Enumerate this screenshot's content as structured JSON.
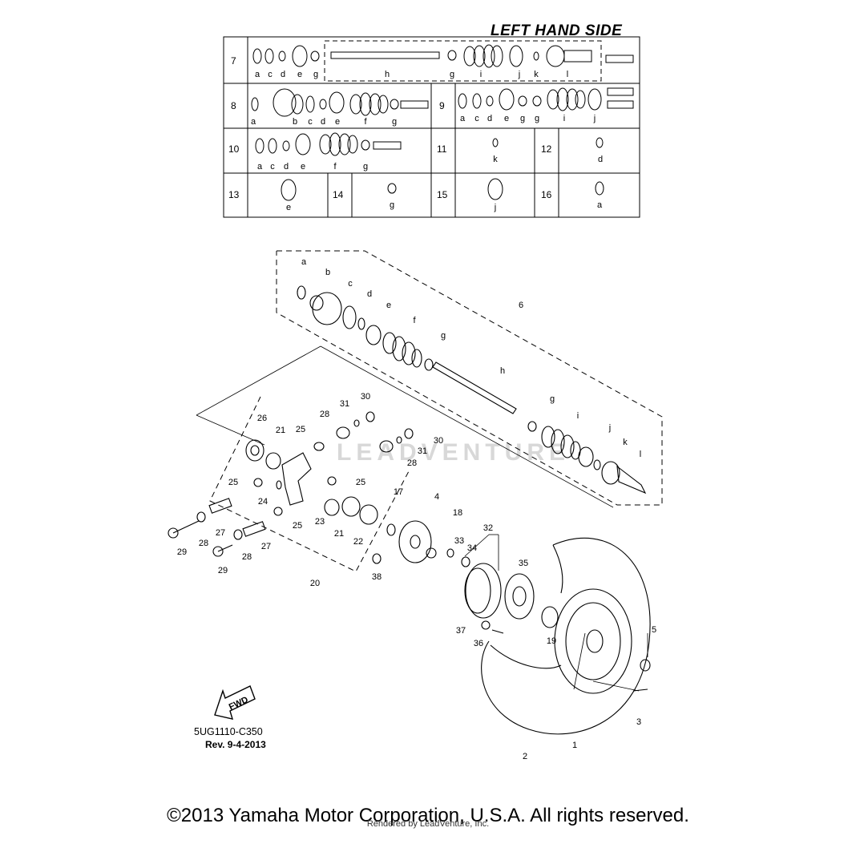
{
  "header": {
    "title": "LEFT HAND SIDE"
  },
  "table": {
    "rows": [
      {
        "cells": [
          {
            "num": "7",
            "letters": [
              "a",
              "c",
              "d",
              "e",
              "g",
              "h",
              "g",
              "i",
              "j",
              "k",
              "l"
            ]
          }
        ]
      },
      {
        "cells": [
          {
            "num": "8",
            "letters": [
              "a",
              "b",
              "c",
              "d",
              "e",
              "f",
              "g"
            ]
          },
          {
            "num": "9",
            "letters": [
              "a",
              "c",
              "d",
              "e",
              "g",
              "g",
              "i",
              "j"
            ]
          }
        ]
      },
      {
        "cells": [
          {
            "num": "10",
            "letters": [
              "a",
              "c",
              "d",
              "e",
              "f",
              "g"
            ]
          },
          {
            "num": "11",
            "letters": [
              "k"
            ]
          },
          {
            "num": "12",
            "letters": [
              "d"
            ]
          }
        ]
      },
      {
        "cells": [
          {
            "num": "13",
            "letters": [
              "e"
            ]
          },
          {
            "num": "14",
            "letters": [
              "g"
            ]
          },
          {
            "num": "15",
            "letters": [
              "j"
            ]
          },
          {
            "num": "16",
            "letters": [
              "a"
            ]
          }
        ]
      }
    ]
  },
  "diagram": {
    "shaft_letters": [
      "a",
      "b",
      "c",
      "d",
      "e",
      "f",
      "g",
      "h",
      "g",
      "i",
      "j",
      "k",
      "l"
    ],
    "part_numbers": [
      "1",
      "2",
      "3",
      "4",
      "5",
      "6",
      "17",
      "18",
      "19",
      "20",
      "21",
      "21",
      "22",
      "23",
      "24",
      "25",
      "25",
      "25",
      "25",
      "26",
      "27",
      "27",
      "28",
      "28",
      "28",
      "28",
      "29",
      "29",
      "30",
      "30",
      "31",
      "31",
      "32",
      "33",
      "34",
      "35",
      "36",
      "37",
      "38"
    ]
  },
  "watermark": "LEADVENTURE",
  "fwd_label": "FWD",
  "footer": {
    "code": "5UG1110-C350",
    "rev": "Rev.  9-4-2013",
    "copyright": "©2013 Yamaha Motor Corporation, U.S.A. All rights reserved.",
    "rendered_by": "Rendered by LeadVenture, Inc."
  }
}
